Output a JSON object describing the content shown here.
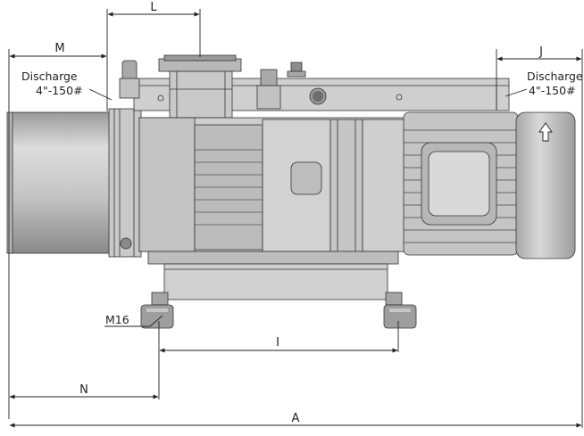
{
  "dimensions": {
    "L": "L",
    "M": "M",
    "J": "J",
    "I": "I",
    "N": "N",
    "A": "A"
  },
  "callouts": {
    "discharge_left": {
      "line1": "Discharge",
      "line2": "4\"-150#"
    },
    "discharge_right": {
      "line1": "Discharge",
      "line2": "4\"-150#"
    },
    "foot_thread": "M16"
  },
  "colors": {
    "body_light": "#d3d3d3",
    "body_mid": "#b9b9b9",
    "body_dark": "#8d8d8d",
    "line": "#222222"
  }
}
